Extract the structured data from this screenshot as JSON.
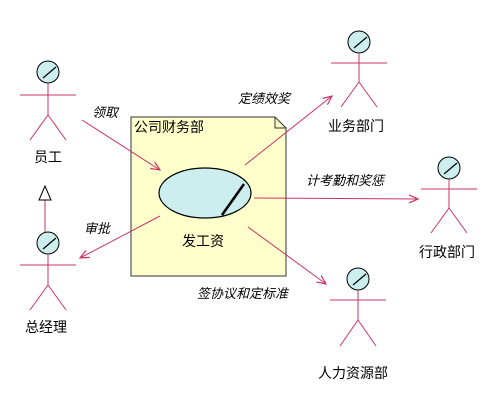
{
  "colors": {
    "package_fill": "#ffffcc",
    "actor_head_fill": "#cceeee",
    "usecase_fill": "#cceeee",
    "line": "#cc3366",
    "outline": "#333333"
  },
  "package": {
    "name": "公司财务部"
  },
  "usecase": {
    "name": "发工资"
  },
  "actors": {
    "employee": "员工",
    "general_manager": "总经理",
    "business_dept": "业务部门",
    "admin_dept": "行政部门",
    "hr_dept": "人力资源部"
  },
  "edges": {
    "receive": "领取",
    "approve": "审批",
    "set_performance": "定绩效奖",
    "attendance": "计考勤和奖惩",
    "agreement": "签协议和定标准"
  }
}
